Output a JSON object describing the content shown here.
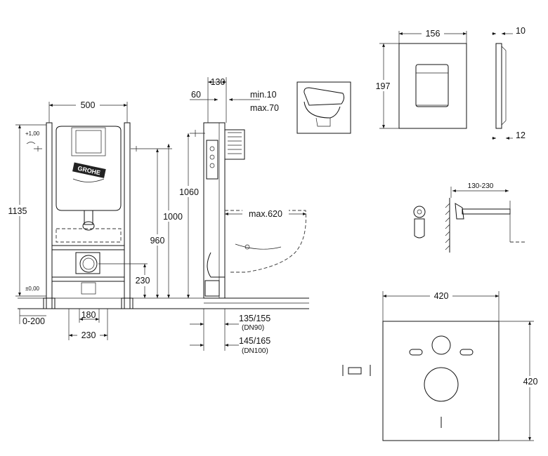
{
  "brand": "GROHE",
  "frame": {
    "width": "500",
    "height_total": "1135",
    "top_mark": "+1,00",
    "floor_mark": "±0,00",
    "h_1060": "1060",
    "h_1000": "1000",
    "h_960": "960",
    "h_230": "230",
    "bottom_180": "180",
    "bottom_230": "230",
    "offset_range": "0-200"
  },
  "side": {
    "d_130": "130",
    "d_60": "60",
    "min_10": "min.10",
    "max_70": "max.70",
    "max_620": "max.620",
    "pipe_dn90": "135/155",
    "pipe_dn90_sub": "(DN90)",
    "pipe_dn100": "145/165",
    "pipe_dn100_sub": "(DN100)"
  },
  "plate": {
    "width": "156",
    "height": "197",
    "thick_top": "10",
    "thick_bottom": "12"
  },
  "bracket": {
    "range": "130-230"
  },
  "mat": {
    "width": "420",
    "height": "420"
  }
}
